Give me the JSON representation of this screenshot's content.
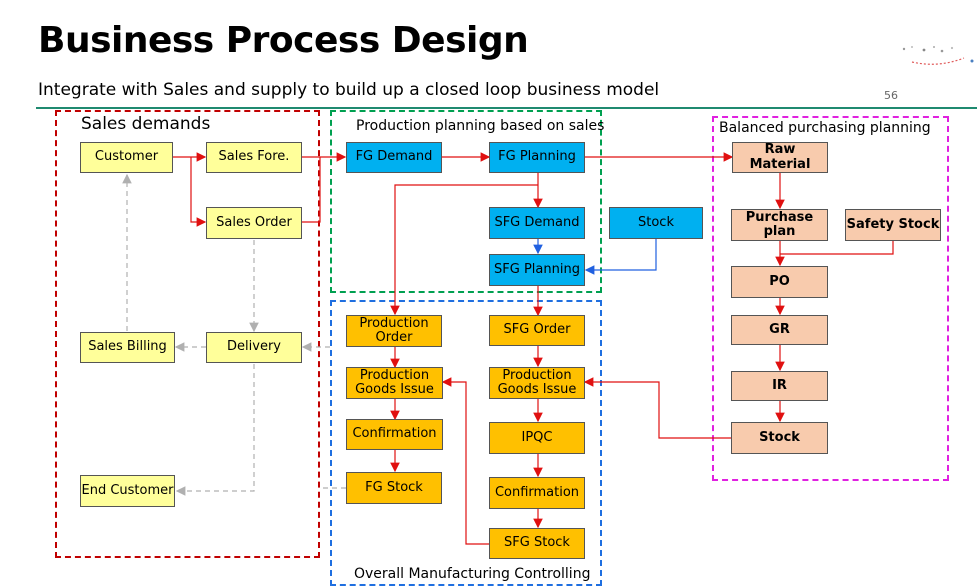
{
  "header": {
    "title": "Business Process Design",
    "subtitle": "Integrate with Sales and supply to build up a closed loop business model",
    "page_number": "56"
  },
  "regions": {
    "sales": "Sales demands",
    "production_planning": "Production planning based on sales",
    "purchasing": "Balanced purchasing planning",
    "manufacturing": "Overall Manufacturing Controlling"
  },
  "boxes": {
    "customer": "Customer",
    "sales_fore": "Sales Fore.",
    "sales_order": "Sales Order",
    "sales_billing": "Sales Billing",
    "delivery": "Delivery",
    "end_customer": "End Customer",
    "fg_demand": "FG Demand",
    "fg_planning": "FG Planning",
    "sfg_demand": "SFG Demand",
    "stock_planning": "Stock",
    "sfg_planning": "SFG Planning",
    "production_order": "Production Order",
    "production_goods_issue_left": "Production Goods Issue",
    "confirmation_left": "Confirmation",
    "fg_stock": "FG Stock",
    "sfg_order": "SFG Order",
    "production_goods_issue_right": "Production Goods Issue",
    "ipqc": "IPQC",
    "confirmation_right": "Confirmation",
    "sfg_stock": "SFG Stock",
    "raw_material": "Raw Material",
    "purchase_plan": "Purchase plan",
    "safety_stock": "Safety Stock",
    "po": "PO",
    "gr": "GR",
    "ir": "IR",
    "stock_purchasing": "Stock"
  }
}
